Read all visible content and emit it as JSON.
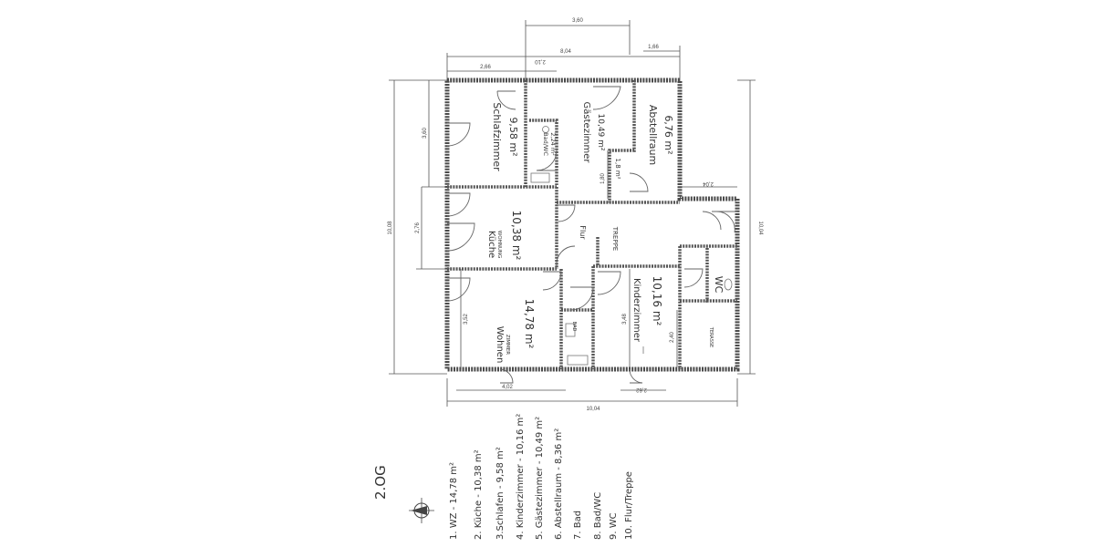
{
  "floor_label": "2.OG",
  "rooms": {
    "schlafzimmer": {
      "name": "Schlafzimmer",
      "area": "9,58 m²"
    },
    "bad_wc": {
      "name": "Bad/WC",
      "area": "2,24 m²"
    },
    "gaestezimmer": {
      "name": "Gästezimmer",
      "area": "10,49 m²"
    },
    "flur_small": {
      "area": "1,8 m²"
    },
    "abstellraum": {
      "name": "Abstellraum",
      "area": "6,76 m²"
    },
    "kueche": {
      "name": "Küche",
      "sub": "WOHNUNG",
      "area": "10,38 m²"
    },
    "flur": {
      "name": "Flur",
      "sub": "TREPPE"
    },
    "wohnen": {
      "name": "Wohnen",
      "sub": "ZIMMER",
      "area": "14,78 m²"
    },
    "bad": {
      "name": "BAD"
    },
    "kinderzimmer": {
      "name": "Kinderzimmer",
      "area": "10,16 m²"
    },
    "wc": {
      "name": "WC"
    },
    "terrasse": {
      "name": "TERASSE"
    }
  },
  "dimensions": {
    "top_360": "3,60",
    "top_804": "8,04",
    "top_166": "1,66",
    "top_266": "2,66",
    "top_210": "2,10",
    "left_1008": "10,08",
    "left_360": "3,60",
    "left_276": "2,76",
    "left_352": "3,52",
    "right_1004": "10,04",
    "right_204": "2,04",
    "bottom_1004": "10,04",
    "bottom_402": "4,02",
    "bottom_262": "2,62",
    "inner_180": "1,80",
    "inner_348": "3,48",
    "inner_240": "2,40"
  },
  "legend": [
    "1. WZ - 14,78 m²",
    "2. Küche - 10,38 m²",
    "3.Schlafen - 9,58 m²",
    "4. Kinderzimmer - 10,16 m²",
    "5. Gästezimmer - 10,49 m²",
    "6. Abstellraum - 8,36 m²",
    "7. Bad",
    "8. Bad/WC",
    "9. WC",
    "10. Flur/Treppe"
  ]
}
